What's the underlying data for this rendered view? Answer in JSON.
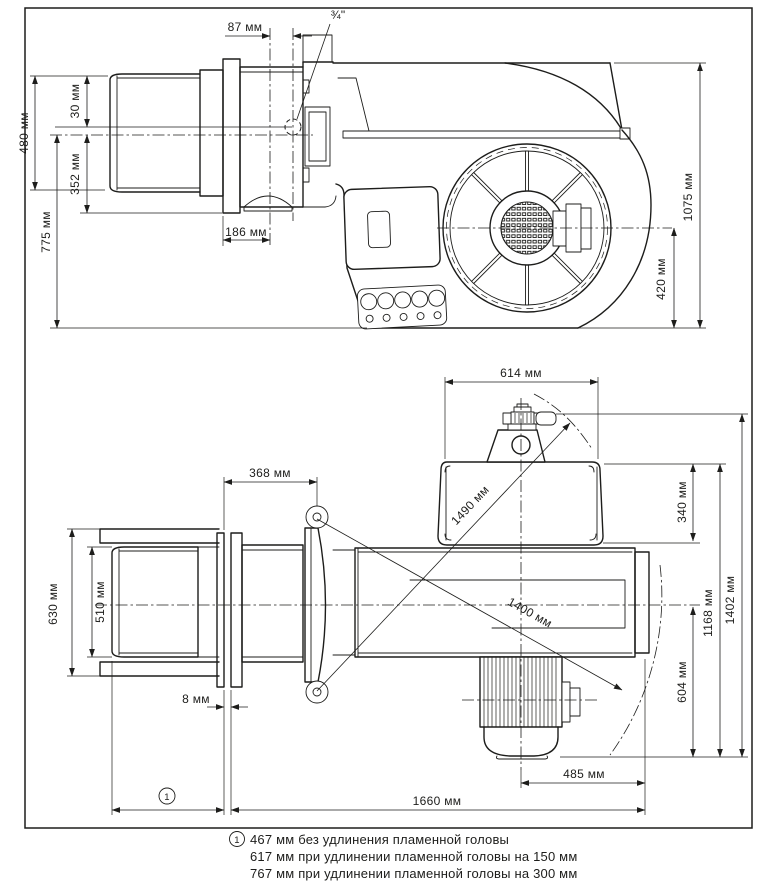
{
  "drawing": {
    "kind": "burner overall dimensions drawing",
    "units": "мм"
  },
  "dims": {
    "d87": "87 мм",
    "d34": "¾\"",
    "d30": "30 мм",
    "d480": "480 мм",
    "d352": "352 мм",
    "d775": "775 мм",
    "d186": "186 мм",
    "d1075": "1075 мм",
    "d420": "420 мм",
    "d614": "614 мм",
    "d368": "368 мм",
    "d630": "630 мм",
    "d510": "510 мм",
    "d8": "8 мм",
    "d1660": "1660 мм",
    "d485": "485 мм",
    "d604": "604 мм",
    "d1168": "1168 мм",
    "d1402": "1402 мм",
    "d340": "340 мм",
    "d1490": "1490 мм",
    "d1400": "1400 мм"
  },
  "footnotes": {
    "marker": "1",
    "lines": [
      "467 мм без удлинения пламенной головы",
      "617 мм при удлинении пламенной головы на 150 мм",
      "767 мм при удлинении пламенной головы на 300 мм"
    ]
  }
}
